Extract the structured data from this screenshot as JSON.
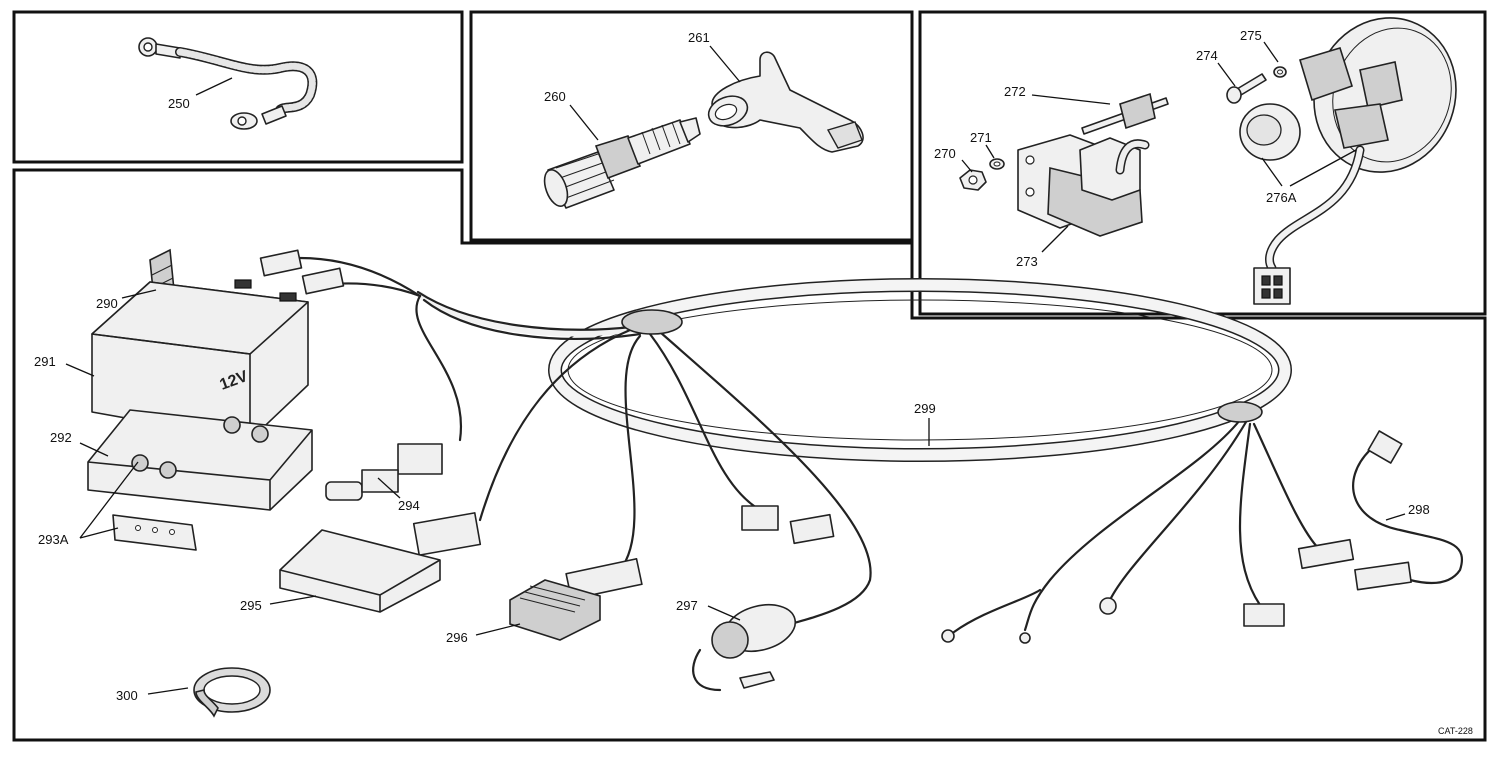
{
  "battery_marking": "12V",
  "catalog_code": "CAT-228",
  "parts": [
    {
      "id": "p250",
      "label": "250"
    },
    {
      "id": "p260",
      "label": "260"
    },
    {
      "id": "p261",
      "label": "261"
    },
    {
      "id": "p270",
      "label": "270"
    },
    {
      "id": "p271",
      "label": "271"
    },
    {
      "id": "p272",
      "label": "272"
    },
    {
      "id": "p273",
      "label": "273"
    },
    {
      "id": "p274",
      "label": "274"
    },
    {
      "id": "p275",
      "label": "275"
    },
    {
      "id": "p276A",
      "label": "276A"
    },
    {
      "id": "p290",
      "label": "290"
    },
    {
      "id": "p291",
      "label": "291"
    },
    {
      "id": "p292",
      "label": "292"
    },
    {
      "id": "p293A",
      "label": "293A"
    },
    {
      "id": "p294",
      "label": "294"
    },
    {
      "id": "p295",
      "label": "295"
    },
    {
      "id": "p296",
      "label": "296"
    },
    {
      "id": "p297",
      "label": "297"
    },
    {
      "id": "p298",
      "label": "298"
    },
    {
      "id": "p299",
      "label": "299"
    },
    {
      "id": "p300",
      "label": "300"
    }
  ]
}
